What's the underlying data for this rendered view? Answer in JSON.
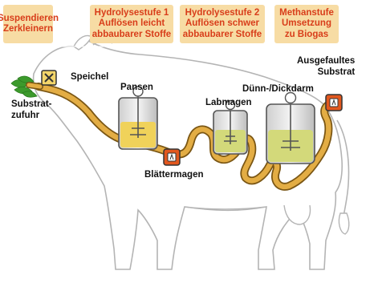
{
  "stages": [
    {
      "text": "Suspendieren\nZerkleinern"
    },
    {
      "text": "Hydrolysestufe 1\nAuflösen leicht\nabbaubarer Stoffe"
    },
    {
      "text": "Hydrolysestufe 2\nAuflösen schwer\nabbaubarer Stoffe"
    },
    {
      "text": "Methanstufe\nUmsetzung\nzu Biogas"
    }
  ],
  "labels": {
    "speichel": "Speichel",
    "substrat_zufuhr": "Substrat-\nzufuhr",
    "pansen": "Pansen",
    "blaettermagen": "Blättermagen",
    "labmagen": "Labmagen",
    "duenn_dickdarm": "Dünn-/Dickdarm",
    "ausgefaultes_substrat": "Ausgefaultes\nSubstrat"
  },
  "colors": {
    "stage_bg": "#f7dca4",
    "stage_text": "#d83d1a",
    "cow_fill": "#ffffff",
    "cow_outline": "#b4b4b4",
    "tube": "#d9a23a",
    "tube_dark": "#7a5614",
    "liquid": "#f0d25a",
    "liquid_green": "#d3d97a",
    "tank_outline": "#555555",
    "pump": "#e2571e",
    "grass": "#3c9a2c"
  }
}
